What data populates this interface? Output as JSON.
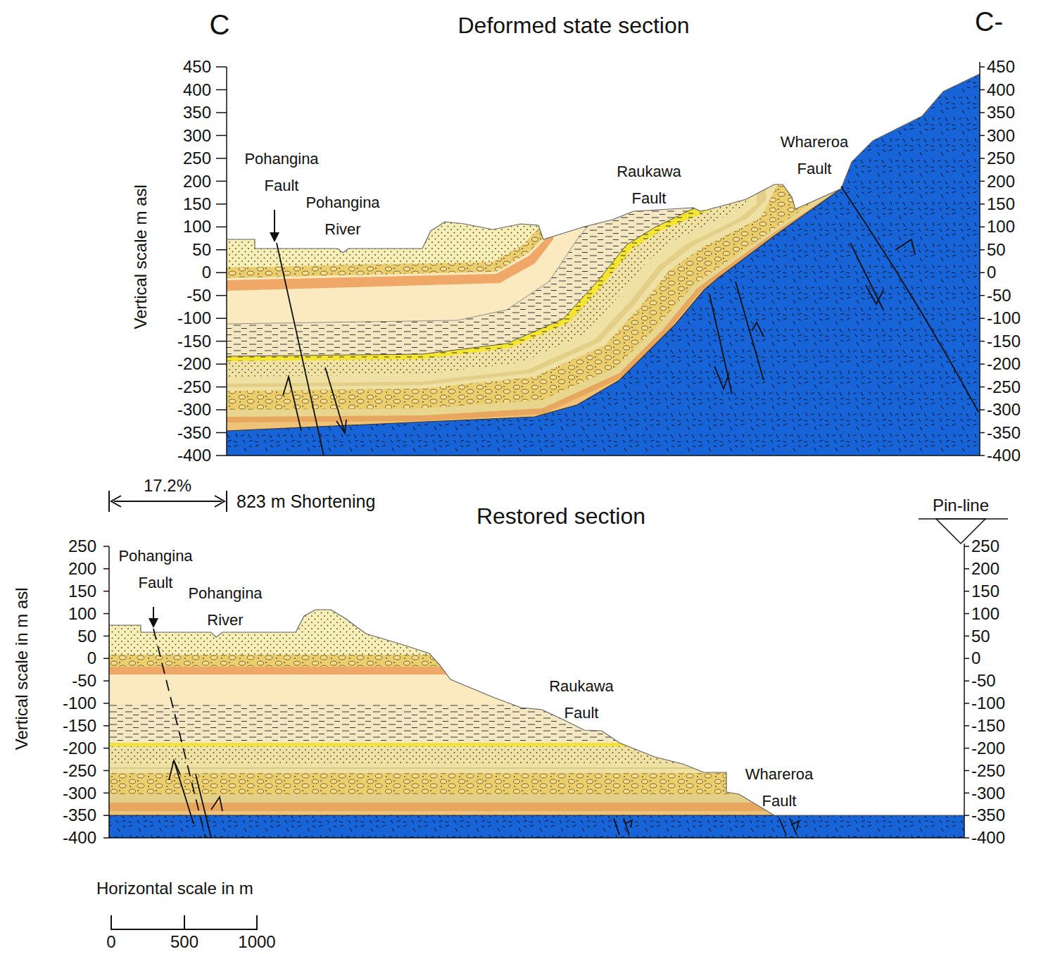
{
  "diagram": {
    "labels": [
      "C",
      "Deformed state section",
      "C-",
      "Vertical scale m asl",
      "450",
      "400",
      "350",
      "300",
      "250",
      "200",
      "150",
      "100",
      "50",
      "0",
      "-50",
      "-100",
      "-150",
      "-200",
      "-250",
      "-300",
      "-350",
      "-400",
      "450",
      "400",
      "350",
      "300",
      "250",
      "200",
      "150",
      "100",
      "50",
      "0",
      "-50",
      "-100",
      "-150",
      "-200",
      "-250",
      "-300",
      "-350",
      "-400",
      "Pohangina Fault",
      "Pohangina River",
      "Raukawa Fault",
      "Whareroa Fault",
      "17.2%",
      "823 m Shortening",
      "Restored section",
      "Pin-line",
      "Vertical scale in m asl",
      "250",
      "200",
      "150",
      "100",
      "50",
      "0",
      "-50",
      "-100",
      "-150",
      "-200",
      "-250",
      "-300",
      "-350",
      "-400",
      "250",
      "200",
      "150",
      "100",
      "50",
      "0",
      "-50",
      "-100",
      "-150",
      "-200",
      "-250",
      "-300",
      "-350",
      "-400",
      "Pohangina Fault",
      "Pohangina River",
      "Raukawa Fault",
      "Whareroa Fault",
      "Horizontal scale in m",
      "0",
      "500",
      "1000"
    ]
  }
}
